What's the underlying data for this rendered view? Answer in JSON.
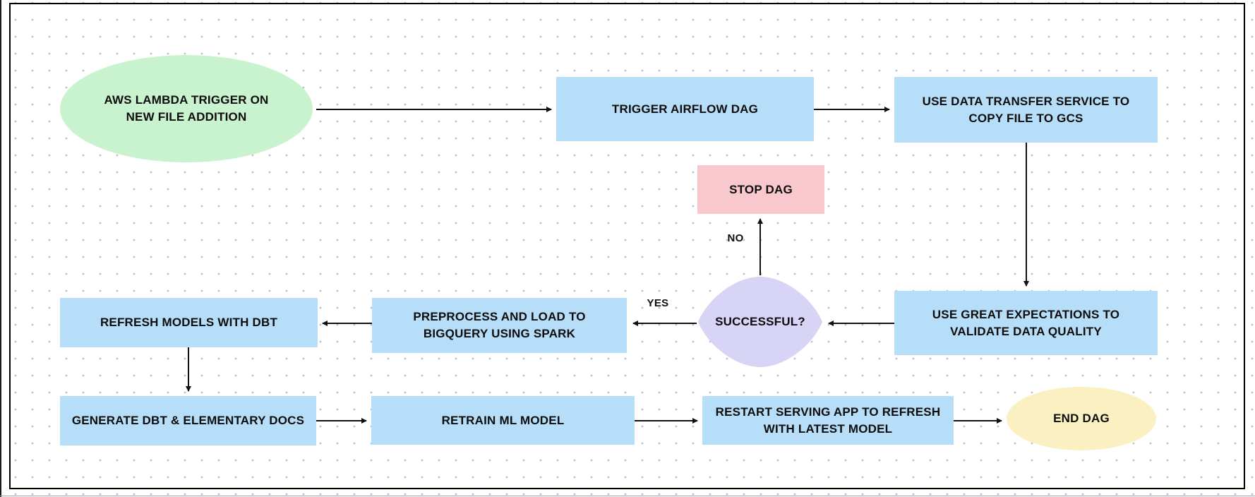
{
  "colors": {
    "process": "#b7def8",
    "start": "#c9f2cf",
    "stop": "#f9c8cf",
    "decision": "#d8d4f6",
    "end": "#faf0c1",
    "line": "#111111",
    "dot_grid": "#b7bed6",
    "frame_border": "#000000",
    "text": "#0d0d0d"
  },
  "nodes": {
    "start": {
      "label": "AWS LAMBDA TRIGGER ON NEW FILE ADDITION",
      "shape": "ellipse"
    },
    "trigger_airflow": {
      "label": "TRIGGER AIRFLOW DAG",
      "shape": "rect"
    },
    "data_transfer": {
      "label": "USE DATA TRANSFER SERVICE TO COPY FILE TO GCS",
      "shape": "rect"
    },
    "great_expectations": {
      "label": "USE GREAT EXPECTATIONS TO VALIDATE DATA QUALITY",
      "shape": "rect"
    },
    "successful": {
      "label": "SUCCESSFUL?",
      "shape": "decision"
    },
    "stop_dag": {
      "label": "STOP DAG",
      "shape": "rect"
    },
    "preprocess": {
      "label": "PREPROCESS AND LOAD TO BIGQUERY USING SPARK",
      "shape": "rect"
    },
    "refresh_models": {
      "label": "REFRESH MODELS WITH DBT",
      "shape": "rect"
    },
    "generate_docs": {
      "label": "GENERATE DBT & ELEMENTARY DOCS",
      "shape": "rect"
    },
    "retrain": {
      "label": "RETRAIN ML MODEL",
      "shape": "rect"
    },
    "restart_serving": {
      "label": "RESTART SERVING APP TO REFRESH WITH LATEST MODEL",
      "shape": "rect"
    },
    "end_dag": {
      "label": "END DAG",
      "shape": "ellipse"
    }
  },
  "edge_labels": {
    "yes": "YES",
    "no": "NO"
  }
}
